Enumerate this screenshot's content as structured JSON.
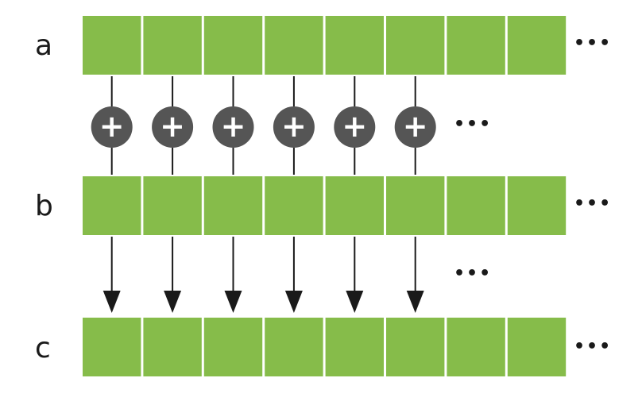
{
  "rows": [
    {
      "label": "a",
      "cells": 8,
      "ellipsis": "•••"
    },
    {
      "label": "b",
      "cells": 8,
      "ellipsis": "•••"
    },
    {
      "label": "c",
      "cells": 8,
      "ellipsis": "•••"
    }
  ],
  "operators": {
    "count": 6,
    "symbol": "+",
    "ellipsis": "•••"
  },
  "arrows": {
    "count": 6,
    "ellipsis": "•••"
  },
  "colors": {
    "cell": "#86bc4a",
    "cell_gap": "#ffffff",
    "operator": "#555555",
    "operator_symbol": "#ffffff",
    "line": "#1a1a1a",
    "text": "#1a1a1a"
  }
}
